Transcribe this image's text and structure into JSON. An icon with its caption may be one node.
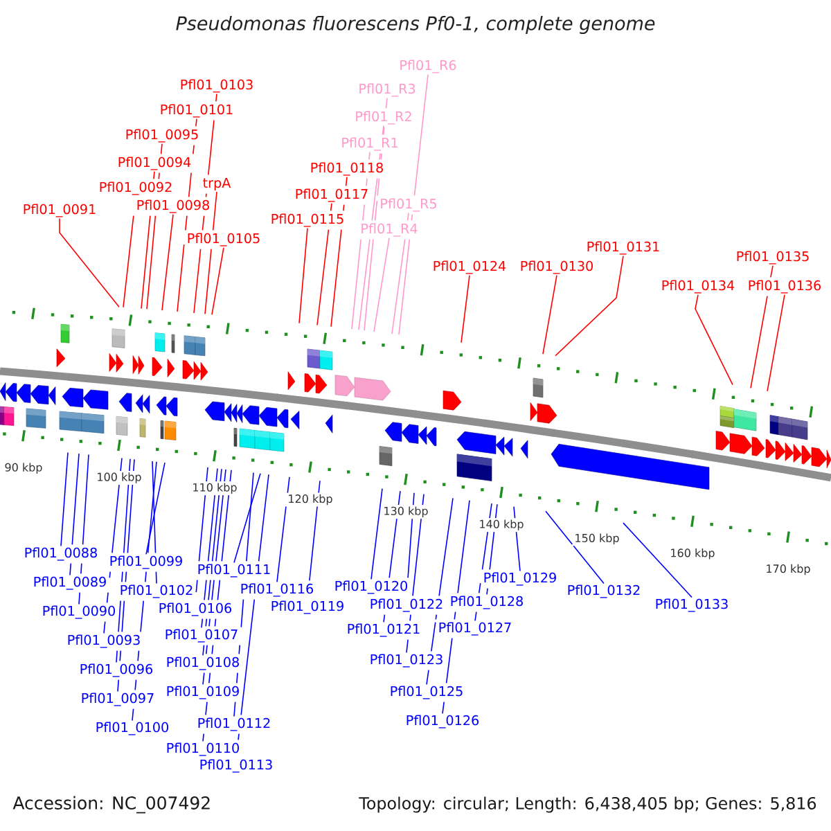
{
  "diagram": {
    "title": "Pseudomonas fluorescens Pf0-1, complete genome",
    "nodes": [
      {
        "text": [
          "Pfl01_0091"
        ]
      },
      {
        "text": [
          "Pfl01_0092"
        ]
      },
      {
        "text": [
          "Pfl01_0094"
        ]
      },
      {
        "text": [
          "Pfl01_0095"
        ]
      },
      {
        "text": [
          "Pfl01_0098"
        ]
      },
      {
        "text": [
          "Pfl01_0101"
        ]
      },
      {
        "text": [
          "Pfl01_0103"
        ]
      },
      {
        "text": [
          "trpA"
        ]
      },
      {
        "text": [
          "Pfl01_0105"
        ]
      },
      {
        "text": [
          "Pfl01_0115"
        ]
      },
      {
        "text": [
          "Pfl01_0117"
        ]
      },
      {
        "text": [
          "Pfl01_0118"
        ]
      },
      {
        "text": [
          "Pfl01_R1"
        ]
      },
      {
        "text": [
          "Pfl01_R2"
        ]
      },
      {
        "text": [
          "Pfl01_R3"
        ]
      },
      {
        "text": [
          "Pfl01_R4"
        ]
      },
      {
        "text": [
          "Pfl01_R5"
        ]
      },
      {
        "text": [
          "Pfl01_R6"
        ]
      },
      {
        "text": [
          "Pfl01_0124"
        ]
      },
      {
        "text": [
          "Pfl01_0130"
        ]
      },
      {
        "text": [
          "Pfl01_0131"
        ]
      },
      {
        "text": [
          "Pfl01_0134"
        ]
      },
      {
        "text": [
          "Pfl01_0135"
        ]
      },
      {
        "text": [
          "Pfl01_0136"
        ]
      },
      {
        "text": [
          "Pfl01_0088"
        ]
      },
      {
        "text": [
          "Pfl01_0089"
        ]
      },
      {
        "text": [
          "Pfl01_0090"
        ]
      },
      {
        "text": [
          "Pfl01_0093"
        ]
      },
      {
        "text": [
          "Pfl01_0096"
        ]
      },
      {
        "text": [
          "Pfl01_0097"
        ]
      },
      {
        "text": [
          "Pfl01_0099"
        ]
      },
      {
        "text": [
          "Pfl01_0100"
        ]
      },
      {
        "text": [
          "Pfl01_0102"
        ]
      },
      {
        "text": [
          "Pfl01_0106"
        ]
      },
      {
        "text": [
          "Pfl01_0107"
        ]
      },
      {
        "text": [
          "Pfl01_0108"
        ]
      },
      {
        "text": [
          "Pfl01_0109"
        ]
      },
      {
        "text": [
          "Pfl01_0110"
        ]
      },
      {
        "text": [
          "Pfl01_0111"
        ]
      },
      {
        "text": [
          "Pfl01_0112"
        ]
      },
      {
        "text": [
          "Pfl01_0113"
        ]
      },
      {
        "text": [
          "Pfl01_0116"
        ]
      },
      {
        "text": [
          "Pfl01_0119"
        ]
      },
      {
        "text": [
          "Pfl01_0120"
        ]
      },
      {
        "text": [
          "Pfl01_0121"
        ]
      },
      {
        "text": [
          "Pfl01_0122"
        ]
      },
      {
        "text": [
          "Pfl01_0123"
        ]
      },
      {
        "text": [
          "Pfl01_0125"
        ]
      },
      {
        "text": [
          "Pfl01_0126"
        ]
      },
      {
        "text": [
          "Pfl01_0127"
        ]
      },
      {
        "text": [
          "Pfl01_0128"
        ]
      },
      {
        "text": [
          "Pfl01_0129"
        ]
      },
      {
        "text": [
          "Pfl01_0132"
        ]
      },
      {
        "text": [
          "Pfl01_0133"
        ]
      }
    ],
    "edges": [
      {
        "from": 0,
        "to": null,
        "arrow": "none",
        "color": "#ff0000"
      },
      {
        "from": 1,
        "to": null,
        "arrow": "none",
        "color": "#ff0000"
      },
      {
        "from": 2,
        "to": null,
        "arrow": "none",
        "color": "#ff0000"
      },
      {
        "from": 3,
        "to": null,
        "arrow": "none",
        "color": "#ff0000"
      },
      {
        "from": 4,
        "to": null,
        "arrow": "none",
        "color": "#ff0000"
      },
      {
        "from": 5,
        "to": null,
        "arrow": "none",
        "color": "#ff0000"
      },
      {
        "from": 6,
        "to": null,
        "arrow": "none",
        "color": "#ff0000"
      },
      {
        "from": 7,
        "to": null,
        "arrow": "none",
        "color": "#ff0000"
      },
      {
        "from": 8,
        "to": null,
        "arrow": "none",
        "color": "#ff0000"
      },
      {
        "from": 9,
        "to": null,
        "arrow": "none",
        "color": "#ff0000"
      },
      {
        "from": 10,
        "to": null,
        "arrow": "none",
        "color": "#ff0000"
      },
      {
        "from": 11,
        "to": null,
        "arrow": "none",
        "color": "#ff0000"
      },
      {
        "from": 12,
        "to": null,
        "arrow": "none",
        "color": "#ff99cc"
      },
      {
        "from": 13,
        "to": null,
        "arrow": "none",
        "color": "#ff99cc"
      },
      {
        "from": 14,
        "to": null,
        "arrow": "none",
        "color": "#ff99cc"
      },
      {
        "from": 15,
        "to": null,
        "arrow": "none",
        "color": "#ff99cc"
      },
      {
        "from": 16,
        "to": null,
        "arrow": "none",
        "color": "#ff99cc"
      },
      {
        "from": 17,
        "to": null,
        "arrow": "none",
        "color": "#ff99cc"
      },
      {
        "from": 18,
        "to": null,
        "arrow": "none",
        "color": "#ff0000"
      },
      {
        "from": 19,
        "to": null,
        "arrow": "none",
        "color": "#ff0000"
      },
      {
        "from": 20,
        "to": null,
        "arrow": "none",
        "color": "#ff0000"
      },
      {
        "from": 21,
        "to": null,
        "arrow": "none",
        "color": "#ff0000"
      },
      {
        "from": 22,
        "to": null,
        "arrow": "none",
        "color": "#ff0000"
      },
      {
        "from": 23,
        "to": null,
        "arrow": "none",
        "color": "#ff0000"
      },
      {
        "from": 24,
        "to": null,
        "arrow": "none"
      },
      {
        "from": 25,
        "to": null,
        "arrow": "none"
      },
      {
        "from": 26,
        "to": null,
        "arrow": "none"
      },
      {
        "from": 27,
        "to": null,
        "arrow": "none"
      },
      {
        "from": 28,
        "to": null,
        "arrow": "none"
      },
      {
        "from": 29,
        "to": null,
        "arrow": "none"
      },
      {
        "from": 30,
        "to": null,
        "arrow": "none"
      },
      {
        "from": 31,
        "to": null,
        "arrow": "none"
      },
      {
        "from": 32,
        "to": null,
        "arrow": "none"
      },
      {
        "from": 33,
        "to": null,
        "arrow": "none"
      },
      {
        "from": 34,
        "to": null,
        "arrow": "none"
      },
      {
        "from": 35,
        "to": null,
        "arrow": "none"
      },
      {
        "from": 36,
        "to": null,
        "arrow": "none"
      },
      {
        "from": 37,
        "to": null,
        "arrow": "none"
      },
      {
        "from": 38,
        "to": null,
        "arrow": "none"
      },
      {
        "from": 39,
        "to": null,
        "arrow": "none"
      },
      {
        "from": 40,
        "to": null,
        "arrow": "none"
      },
      {
        "from": 41,
        "to": null,
        "arrow": "none"
      },
      {
        "from": 42,
        "to": null,
        "arrow": "none"
      },
      {
        "from": 43,
        "to": null,
        "arrow": "none"
      },
      {
        "from": 44,
        "to": null,
        "arrow": "none"
      },
      {
        "from": 45,
        "to": null,
        "arrow": "none"
      },
      {
        "from": 46,
        "to": null,
        "arrow": "none"
      },
      {
        "from": 47,
        "to": null,
        "arrow": "none"
      },
      {
        "from": 48,
        "to": null,
        "arrow": "none"
      },
      {
        "from": 49,
        "to": null,
        "arrow": "none"
      },
      {
        "from": 50,
        "to": null,
        "arrow": "none"
      },
      {
        "from": 51,
        "to": null,
        "arrow": "none"
      },
      {
        "from": 52,
        "to": null,
        "arrow": "none"
      },
      {
        "from": 53,
        "to": null,
        "arrow": "none"
      }
    ],
    "labels": [
      "90 kbp",
      "100 kbp",
      "110 kbp",
      "120 kbp",
      "130 kbp",
      "140 kbp",
      "150 kbp",
      "160 kbp",
      "170 kbp",
      "Accession: NC_007492",
      "Topology: circular; Length: 6,438,405 bp; Genes: 5,816"
    ]
  }
}
